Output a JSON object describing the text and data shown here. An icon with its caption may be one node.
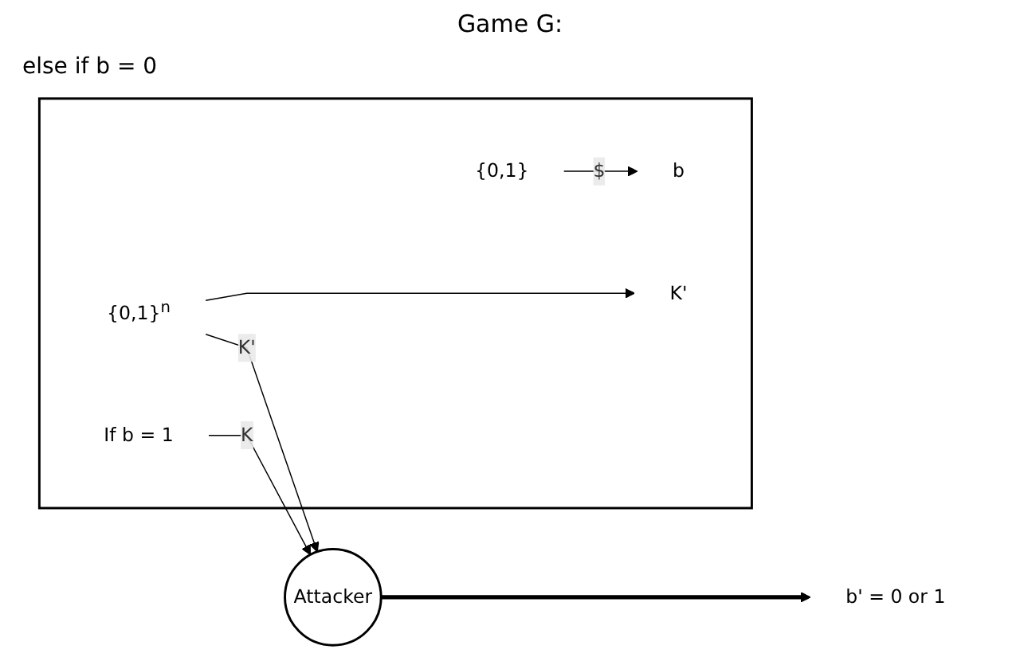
{
  "diagram": {
    "title": "Game G:",
    "nodes": [
      {
        "text": [],
        "shape": "box"
      },
      {
        "text": [
          "b"
        ],
        "in": 0
      },
      {
        "text": [
          "{0,1}"
        ],
        "in": 0
      },
      {
        "text": [
          "If b = 1"
        ],
        "in": 0
      },
      {
        "text": [
          "K'"
        ],
        "in": 0
      },
      {
        "text": [
          "{0,1}$^{n}$"
        ],
        "in": 0
      },
      {
        "text": [
          "Attacker"
        ]
      },
      {
        "text": [
          "b' = 0 or 1"
        ]
      }
    ],
    "edges": [
      {
        "from": 2,
        "to": 1,
        "arrow": "to",
        "label": "$"
      },
      {
        "from": 5,
        "to": 4,
        "arrow": "to"
      },
      {
        "from": 3,
        "to": 6,
        "arrow": "to",
        "label": "K"
      },
      {
        "from": 5,
        "to": 6,
        "arrow": "to",
        "label": "K'"
      },
      {
        "from": 6,
        "to": 7,
        "arrow": "to",
        "style": "thick"
      }
    ],
    "labels": [
      "else if b = 0"
    ]
  }
}
